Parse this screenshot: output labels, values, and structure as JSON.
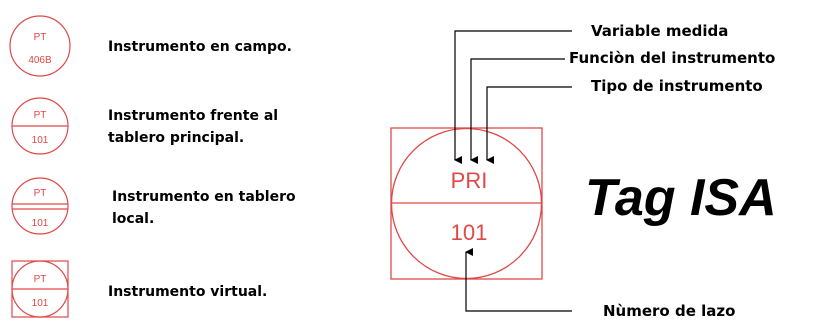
{
  "colors": {
    "symbol": "#e04848",
    "text": "#000000",
    "background": "#ffffff"
  },
  "legend": [
    {
      "symbol_type": "field",
      "tag_top": "PT",
      "tag_bottom": "406B",
      "label_lines": [
        "Instrumento en campo."
      ]
    },
    {
      "symbol_type": "main-panel",
      "tag_top": "PT",
      "tag_bottom": "101",
      "label_lines": [
        "Instrumento frente al",
        "tablero principal."
      ]
    },
    {
      "symbol_type": "local-panel",
      "tag_top": "PT",
      "tag_bottom": "101",
      "label_lines": [
        "Instrumento en tablero",
        "local."
      ]
    },
    {
      "symbol_type": "virtual",
      "tag_top": "PT",
      "tag_bottom": "101",
      "label_lines": [
        "Instrumento virtual."
      ]
    }
  ],
  "tag_detail": {
    "top": "PRI",
    "bottom": "101",
    "callouts": {
      "variable": "Variable medida",
      "function": "Funciòn del instrumento",
      "type": "Tipo de instrumento",
      "loop": "Nùmero de lazo"
    }
  },
  "title": "Tag ISA"
}
